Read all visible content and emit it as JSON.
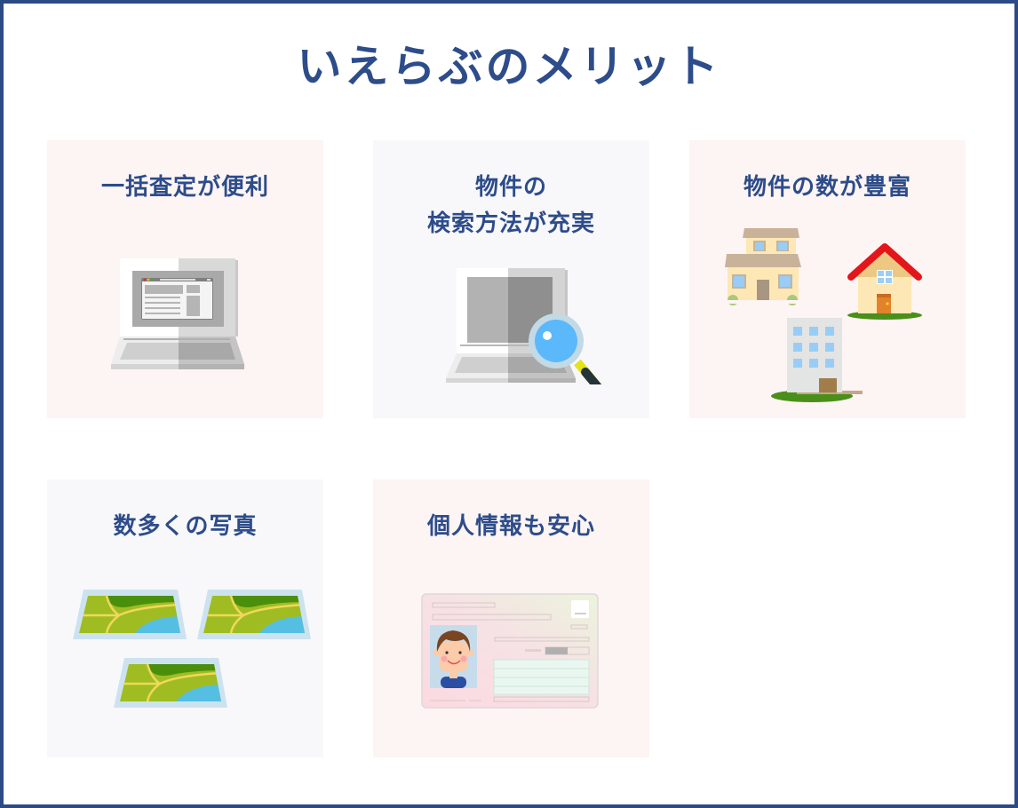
{
  "page": {
    "title": "いえらぶのメリット",
    "colors": {
      "frame_border": "#2b4a86",
      "title_text": "#2d4c8a",
      "card_pink_bg": "#fdf4f4",
      "card_gray_bg": "#f8f8fb"
    }
  },
  "cards": [
    {
      "title": "一括査定が便利",
      "icon": "laptop-browser-icon",
      "bg": "pink"
    },
    {
      "title_line1": "物件の",
      "title_line2": "検索方法が充実",
      "icon": "laptop-magnifier-icon",
      "bg": "gray"
    },
    {
      "title": "物件の数が豊富",
      "icon": "houses-and-building-icon",
      "bg": "pink"
    },
    {
      "title": "数多くの写真",
      "icon": "photos-icon",
      "bg": "gray"
    },
    {
      "title": "個人情報も安心",
      "icon": "id-card-icon",
      "bg": "pink"
    }
  ]
}
